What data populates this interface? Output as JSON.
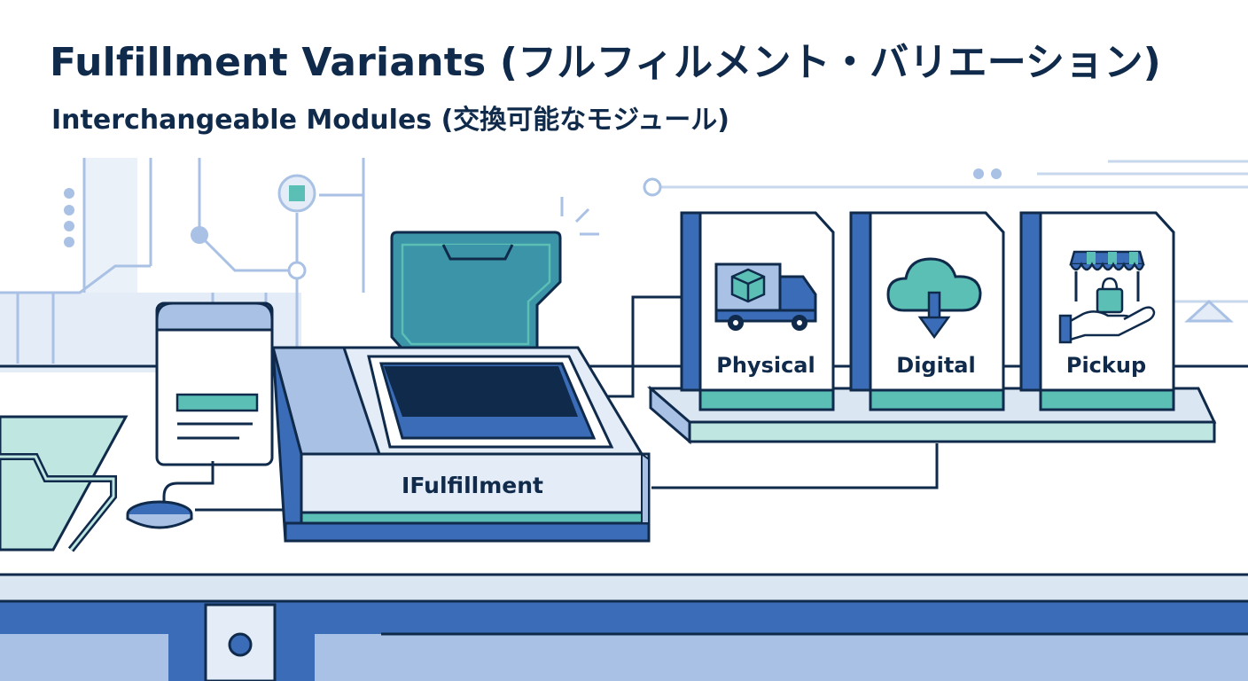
{
  "header": {
    "title": "Fulfillment Variants (フルフィルメント・バリエーション)",
    "subtitle": "Interchangeable Modules (交換可能なモジュール)"
  },
  "interface": {
    "label": "IFulfillment"
  },
  "modules": [
    {
      "label": "Physical",
      "icon": "delivery-truck-icon"
    },
    {
      "label": "Digital",
      "icon": "cloud-download-icon"
    },
    {
      "label": "Pickup",
      "icon": "store-pickup-icon"
    }
  ],
  "colors": {
    "navy": "#0f2a4a",
    "blue": "#3b6cb7",
    "teal": "#5bbfb5",
    "light_blue": "#e3ecf7",
    "mid_blue": "#a9c1e4"
  }
}
